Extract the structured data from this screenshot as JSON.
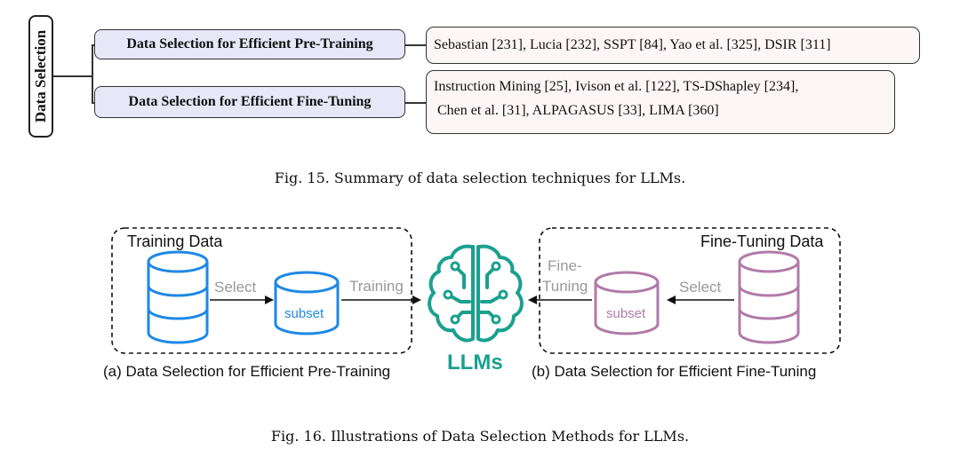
{
  "fig15": {
    "root_label": "Data Selection",
    "categories": [
      {
        "label": "Data Selection for Efficient Pre-Training",
        "leaf_lines": [
          "Sebastian [231], Lucia [232], SSPT [84], Yao et al. [325], DSIR [311]"
        ]
      },
      {
        "label": "Data Selection for Efficient Fine-Tuning",
        "leaf_lines": [
          "Instruction Mining [25], Ivison et al. [122], TS-DShapley [234],",
          "Chen et al. [31],  ALPAGASUS [33], LIMA [360]"
        ]
      }
    ],
    "caption": "Fig. 15.  Summary of data selection techniques for LLMs."
  },
  "fig16": {
    "left_panel_title": "Training Data",
    "right_panel_title": "Fine-Tuning Data",
    "select_label": "Select",
    "subset_label": "subset",
    "training_label": "Training",
    "fine_tuning_label_1": "Fine-",
    "fine_tuning_label_2": "Tuning",
    "llm_label": "LLMs",
    "sub_a": "(a) Data Selection for Efficient Pre-Training",
    "sub_b": "(b) Data Selection for Efficient Fine-Tuning",
    "caption": "Fig. 16.  Illustrations of Data Selection Methods for LLMs.",
    "colors": {
      "blue": "#1e88e5",
      "purple": "#b07aa8",
      "teal": "#1aa08e",
      "gray": "#999999"
    }
  }
}
